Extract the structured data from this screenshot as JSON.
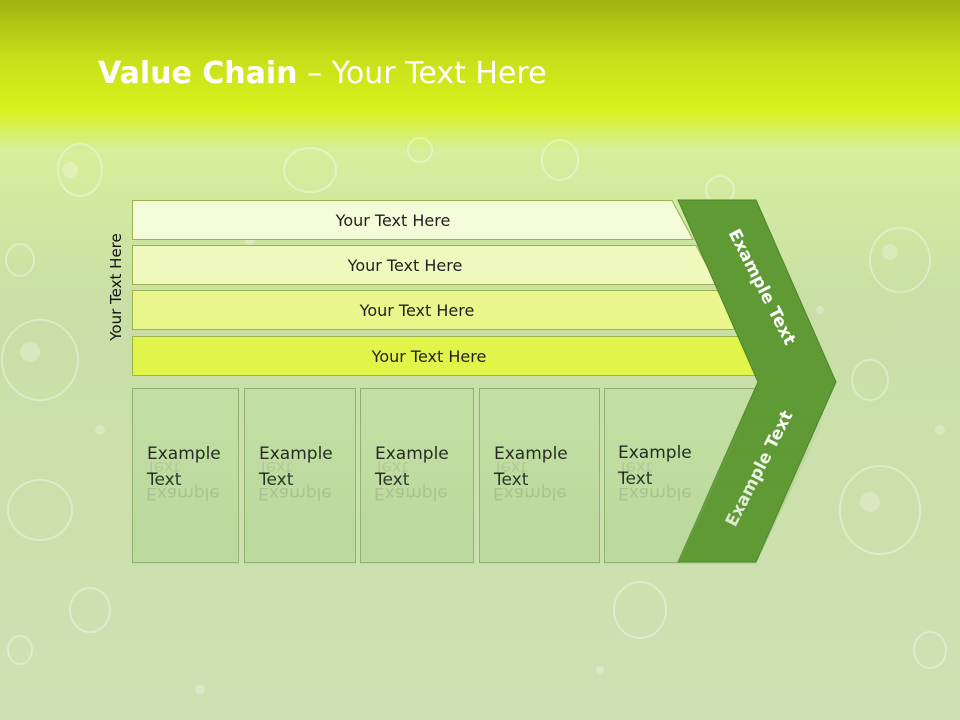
{
  "slide": {
    "title_bold": "Value Chain",
    "title_rest": " – Your Text Here",
    "side_label": "Your Text Here"
  },
  "bars": [
    {
      "label": "Your Text Here",
      "fill": "#f4fbd9"
    },
    {
      "label": "Your Text Here",
      "fill": "#eff9bd"
    },
    {
      "label": "Your Text Here",
      "fill": "#e9f78c"
    },
    {
      "label": "Your Text Here",
      "fill": "#e1f44a"
    }
  ],
  "columns": [
    {
      "line1": "Example",
      "line2": "Text"
    },
    {
      "line1": "Example",
      "line2": "Text"
    },
    {
      "line1": "Example",
      "line2": "Text"
    },
    {
      "line1": "Example",
      "line2": "Text"
    },
    {
      "line1": "Example",
      "line2": "Text"
    }
  ],
  "chevron": {
    "upper_text": "Example Text",
    "lower_text": "Example Text",
    "fill": "#5f9a35"
  }
}
